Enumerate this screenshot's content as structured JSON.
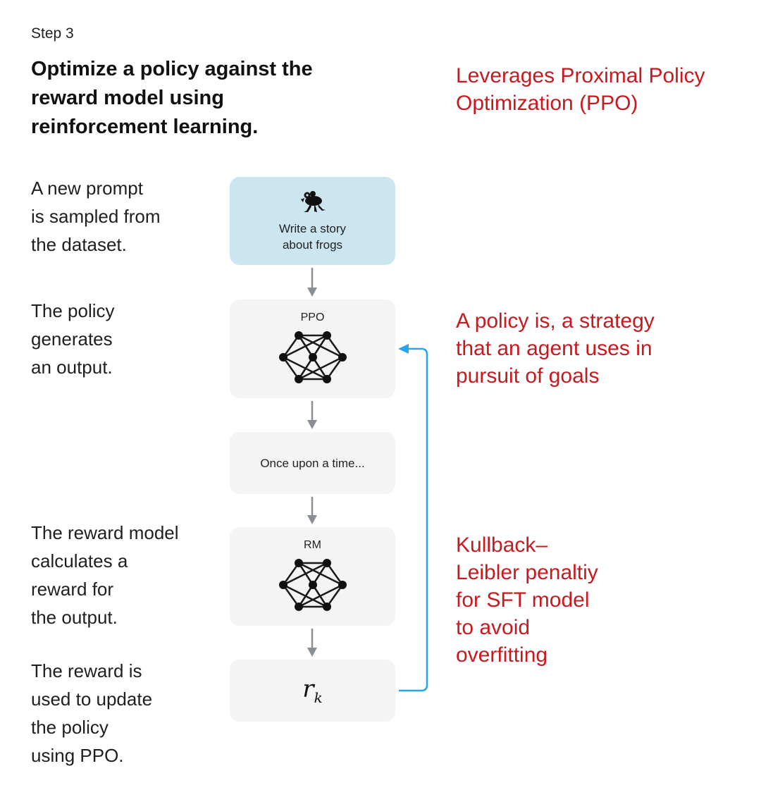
{
  "step_label": "Step 3",
  "title": "Optimize a policy against the reward model using reinforcement learning.",
  "descriptions": {
    "prompt": [
      "A new prompt",
      "is sampled from",
      "the dataset."
    ],
    "policy": [
      "The policy",
      "generates",
      "an output."
    ],
    "reward_model": [
      "The reward model",
      "calculates a",
      "reward for",
      "the output."
    ],
    "update": [
      "The reward is",
      "used to update",
      "the policy",
      "using PPO."
    ]
  },
  "boxes": {
    "prompt_text": [
      "Write a story",
      "about frogs"
    ],
    "policy_label": "PPO",
    "output_text": "Once upon a time...",
    "rm_label": "RM",
    "reward_symbol": "r",
    "reward_subscript": "k"
  },
  "annotations": {
    "ppo": [
      "Leverages Proximal Policy",
      "Optimization (PPO)"
    ],
    "policy": [
      "A policy is, a strategy",
      "that an agent uses in",
      "pursuit of goals"
    ],
    "kl": [
      "Kullback–",
      "Leibler penaltiy",
      "for SFT model",
      "to avoid",
      "overfitting"
    ]
  },
  "colors": {
    "annotation_red": "#c8191e",
    "prompt_box_blue": "#cbe6f1",
    "box_gray": "#f4f4f4",
    "feedback_arrow": "#27a6ee",
    "flow_arrow": "#8a8f96"
  },
  "icons": [
    "frog-icon",
    "neural-network-icon"
  ]
}
